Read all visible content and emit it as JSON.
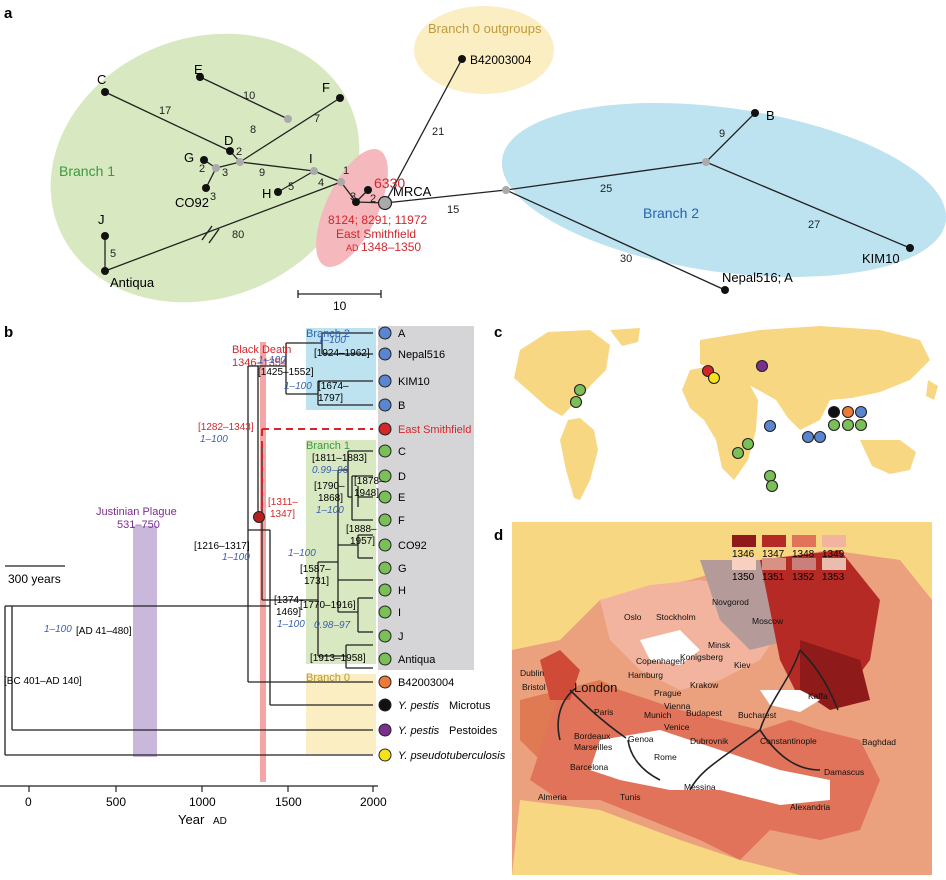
{
  "panels": {
    "a": "a",
    "b": "b",
    "c": "c",
    "d": "d"
  },
  "panel_a": {
    "branch1": "Branch 1",
    "branch2": "Branch 2",
    "branch0": "Branch 0 outgroups",
    "nodes": {
      "C": "C",
      "E": "E",
      "F": "F",
      "D": "D",
      "G": "G",
      "I": "I",
      "H": "H",
      "CO92": "CO92",
      "J": "J",
      "Antiqua": "Antiqua",
      "B": "B",
      "KIM10": "KIM10",
      "Nepal": "Nepal516; A",
      "B42": "B42003004",
      "MRCA": "MRCA",
      "s6330": "6330"
    },
    "es_ids": "8124; 8291; 11972",
    "es_name": "East Smithfield",
    "es_ad": "AD",
    "es_years": "1348–1350",
    "edges": {
      "e17": "17",
      "e10": "10",
      "e8": "8",
      "e7": "7",
      "e2a": "2",
      "e2b": "2",
      "e3a": "3",
      "e3b": "3",
      "e9": "9",
      "e5a": "5",
      "e4": "4",
      "e1": "1",
      "e3c": "3",
      "e2c": "2",
      "e5b": "5",
      "e80": "80",
      "e21": "21",
      "e15": "15",
      "e25": "25",
      "e9b": "9",
      "e27": "27",
      "e30": "30"
    },
    "scale": "10"
  },
  "panel_b": {
    "black_death": "Black Death",
    "bd_years": "1346–1354",
    "justinian": "Justinian Plague",
    "justinian_years": "531–750",
    "scale": "300 years",
    "xlabel_year": "Year",
    "xlabel_ad": "AD",
    "ticks": [
      "0",
      "500",
      "1000",
      "1500",
      "2000"
    ],
    "branch2": "Branch 2",
    "branch1": "Branch 1",
    "branch0": "Branch 0",
    "tips": {
      "A": "A",
      "Nepal516": "Nepal516",
      "KIM10": "KIM10",
      "B": "B",
      "ES": "East Smithfield",
      "C": "C",
      "D": "D",
      "E": "E",
      "F": "F",
      "CO92": "CO92",
      "G": "G",
      "H": "H",
      "I": "I",
      "J": "J",
      "Antiqua": "Antiqua",
      "B42": "B42003004",
      "Micro1": "Y. pestis",
      "Micro2": "Microtus",
      "Pest1": "Y. pestis",
      "Pest2": "Pestoides",
      "Pseudo": "Y. pseudotuberculosis"
    },
    "dates": {
      "d1": "1–100",
      "d2": "[1924–1962]",
      "d3": "1–100",
      "d4": "[1425–1552]",
      "d5": "1–100",
      "d6": "[1674–",
      "d7": "1797]",
      "d8": "[1282–1343]",
      "d9": "1–100",
      "d10": "[1811–1883]",
      "d11": "0.99–96",
      "d12": "[1878–",
      "d13": "1948]",
      "d14": "[1790–",
      "d15": "1868]",
      "d16": "1–100",
      "d17": "[1311–",
      "d18": "1347]",
      "d19": "[1888–",
      "d20": "1957]",
      "d21": "[1216–1317]",
      "d22": "1–100",
      "d23": "1–100",
      "d24": "[1587–",
      "d25": "1731]",
      "d26": "[1770–1916]",
      "d27": "[1374–",
      "d28": "1469]",
      "d29": "0.98–97",
      "d30": "1–100",
      "d31": "[1913–1958]",
      "d32": "1–100",
      "d33": "[AD 41–480]",
      "d34": "[BC 401–AD 140]"
    }
  },
  "panel_d": {
    "legend_years": [
      "1346",
      "1347",
      "1348",
      "1349",
      "1350",
      "1351",
      "1352",
      "1353"
    ],
    "legend_colors": [
      "#8e1a1a",
      "#b52a25",
      "#e0735a",
      "#f2b49e",
      "#f7d0c0",
      "#d99184",
      "#c9807a",
      "#e8bdb0"
    ],
    "cities": {
      "novgorod": "Novgorod",
      "oslo": "Oslo",
      "stockholm": "Stockholm",
      "moscow": "Moscow",
      "minsk": "Minsk",
      "konigsberg": "Konigsberg",
      "copenhagen": "Copenhagen",
      "kiev": "Kiev",
      "hamburg": "Hamburg",
      "krakow": "Krakow",
      "dublin": "Dublin",
      "london": "London",
      "bristol": "Bristol",
      "prague": "Prague",
      "kaffa": "Kaffa",
      "vienna": "Vienna",
      "paris": "Paris",
      "munich": "Munich",
      "budapest": "Budapest",
      "bucharest": "Bucharest",
      "bordeaux": "Bordeaux",
      "venice": "Venice",
      "marseilles": "Marseilles",
      "genoa": "Genoa",
      "dubrovnik": "Dubrovnik",
      "constantinople": "Constantinople",
      "baghdad": "Baghdad",
      "barcelona": "Barcelona",
      "rome": "Rome",
      "damascus": "Damascus",
      "messina": "Messina",
      "almeria": "Almeria",
      "tunis": "Tunis",
      "alexandria": "Alexandria"
    }
  },
  "colors": {
    "branch1_bg": "#d8e8c0",
    "branch2_bg": "#bde2f0",
    "branch0_bg": "#fbeec2",
    "es_bg": "#f4b8bd",
    "red": "#d3262b",
    "blue": "#5a86d0",
    "green": "#7bbf58",
    "orange": "#ee7a3a",
    "purple": "#7a2e8e",
    "yellow": "#f6e21a",
    "land": "#f8d783"
  }
}
